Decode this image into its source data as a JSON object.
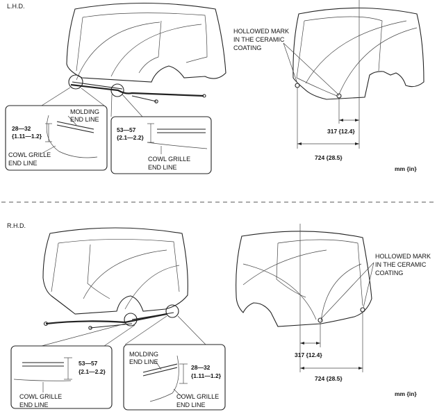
{
  "lhd": {
    "section_label": "L.H.D.",
    "detail_left": {
      "molding_line1": "MOLDING",
      "molding_line2": "END LINE",
      "dim_line1": "28—32",
      "dim_line2": "{1.11—1.2}",
      "cowl_line1": "COWL GRILLE",
      "cowl_line2": "END LINE"
    },
    "detail_right": {
      "dim_line1": "53—57",
      "dim_line2": "{2.1—2.2}",
      "cowl_line1": "COWL GRILLE",
      "cowl_line2": "END LINE"
    },
    "mark_label": [
      "HOLLOWED MARK",
      "IN THE CERAMIC",
      "COATING"
    ],
    "dim_small": "317 {12.4}",
    "dim_large": "724 {28.5}",
    "unit": "mm {in}"
  },
  "rhd": {
    "section_label": "R.H.D.",
    "detail_left": {
      "dim_line1": "53—57",
      "dim_line2": "{2.1—2.2}",
      "cowl_line1": "COWL GRILLE",
      "cowl_line2": "END LINE"
    },
    "detail_right": {
      "molding_line1": "MOLDING",
      "molding_line2": "END LINE",
      "dim_line1": "28—32",
      "dim_line2": "{1.11—1.2}",
      "cowl_line1": "COWL GRILLE",
      "cowl_line2": "END LINE"
    },
    "mark_label": [
      "HOLLOWED MARK",
      "IN THE CERAMIC",
      "COATING"
    ],
    "dim_small": "317 {12.4}",
    "dim_large": "724 {28.5}",
    "unit": "mm {in}"
  }
}
